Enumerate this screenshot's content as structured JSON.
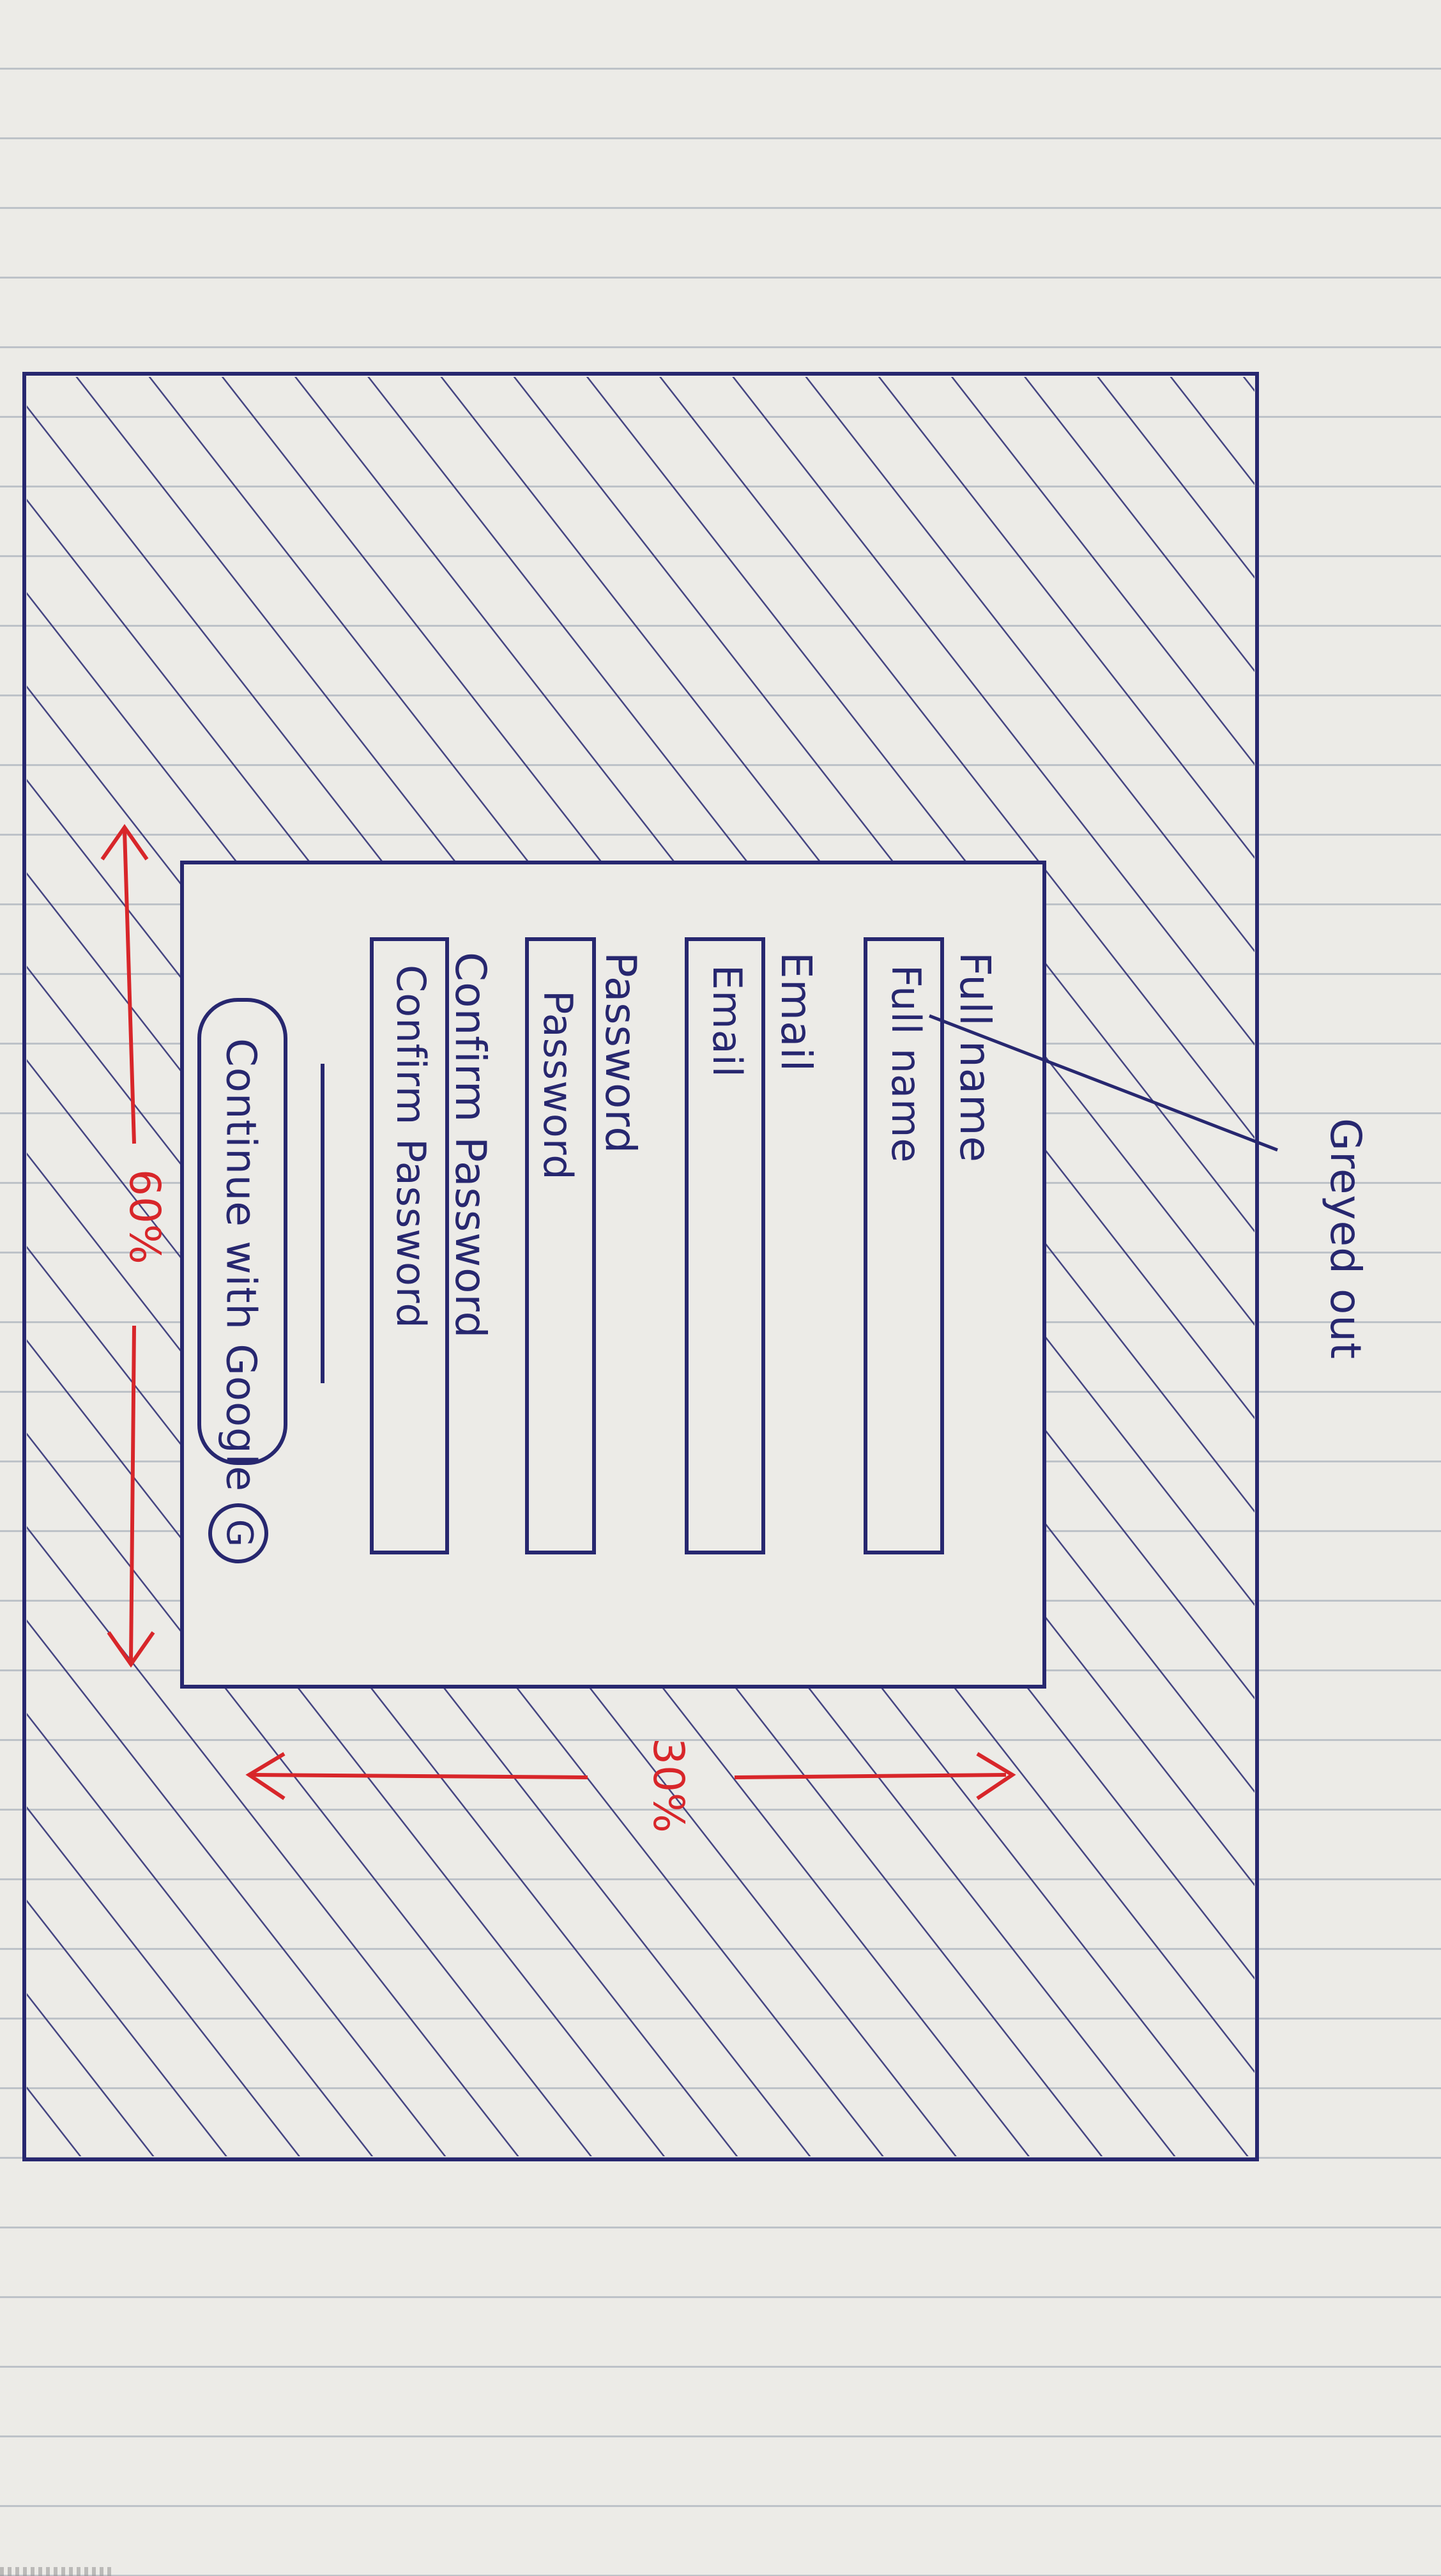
{
  "sketch": {
    "annotation": "Greyed out",
    "height_percent": "60%",
    "width_percent": "30%",
    "form": {
      "fields": [
        {
          "label": "Full name",
          "placeholder": "Full name"
        },
        {
          "label": "Email",
          "placeholder": "Email"
        },
        {
          "label": "Password",
          "placeholder": "Password"
        },
        {
          "label": "Confirm Password",
          "placeholder": "Confirm Password"
        }
      ],
      "google_button_label": "Continue with Google",
      "google_icon": "G"
    },
    "colors": {
      "ink": "#27276f",
      "red_ink": "#d8262a",
      "paper": "#ecebe7"
    }
  }
}
